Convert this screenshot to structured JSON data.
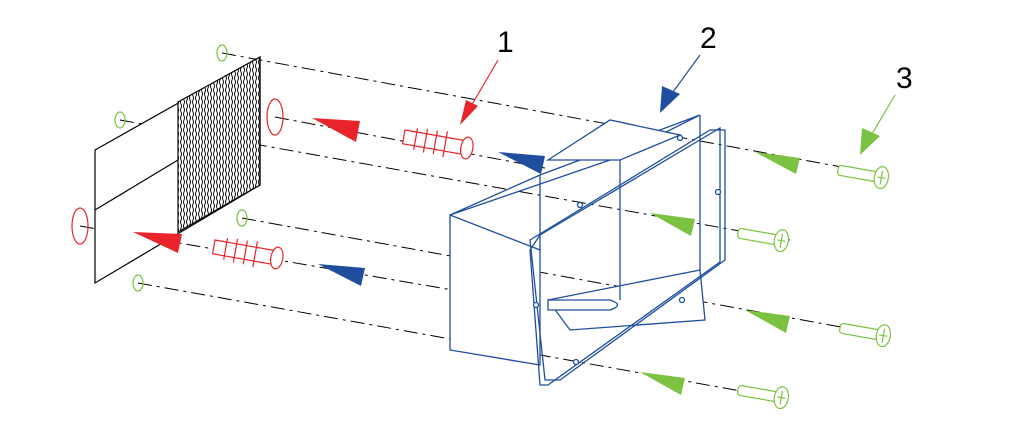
{
  "callouts": [
    {
      "label": "1",
      "part": "wall-anchor",
      "color": "#e8252b"
    },
    {
      "label": "2",
      "part": "recessed-box",
      "color": "#1f4e9e"
    },
    {
      "label": "3",
      "part": "screw",
      "color": "#7cc242"
    }
  ],
  "colors": {
    "line": "#000000",
    "anchor": "#e8252b",
    "box": "#1f4e9e",
    "screw": "#7cc242",
    "background": "#ffffff"
  }
}
